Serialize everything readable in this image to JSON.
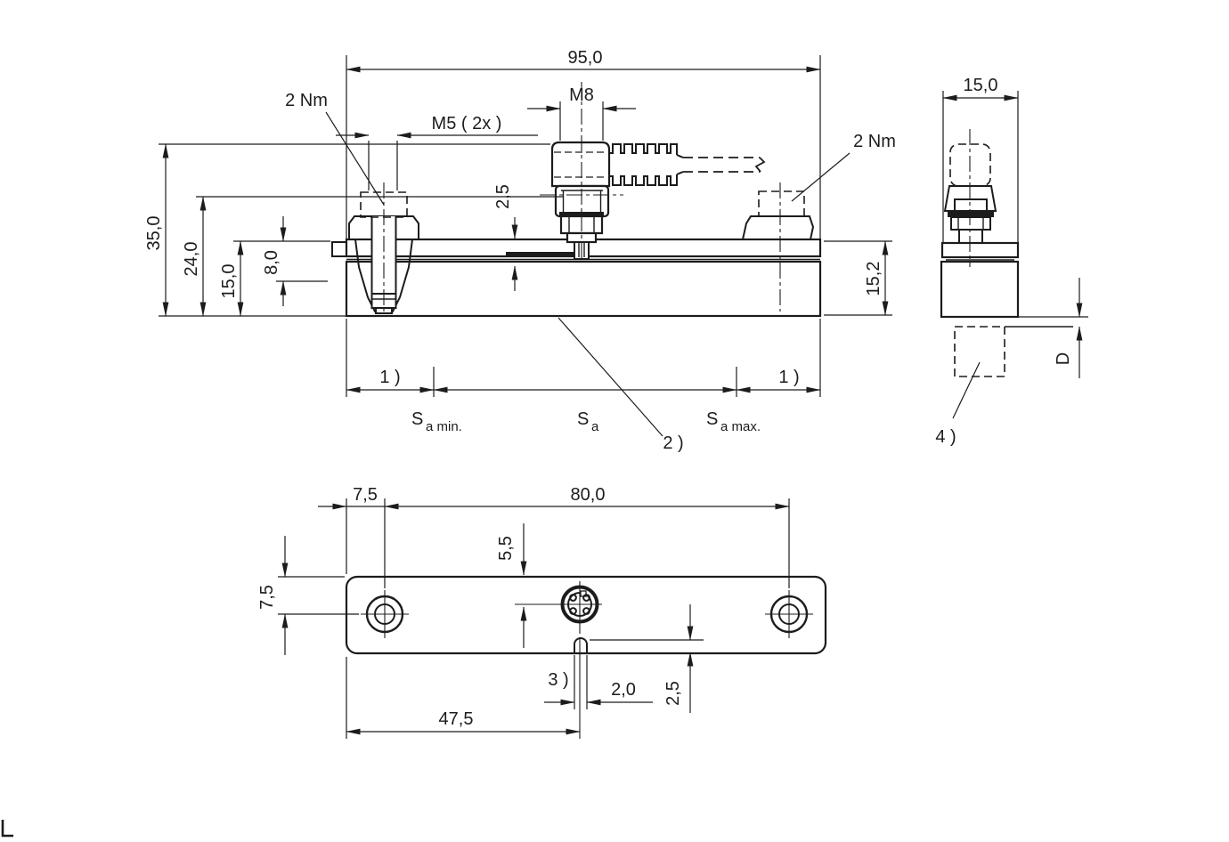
{
  "colors": {
    "ink": "#1c1c1c",
    "background": "#ffffff"
  },
  "front": {
    "dims": {
      "overall_width": "95,0",
      "connector_thread": "M8",
      "mount_thread": "M5 ( 2x )",
      "torque_left": "2 Nm",
      "torque_right": "2 Nm",
      "height_overall": "35,0",
      "height_clamp_axis": "24,0",
      "height_body": "15,0",
      "plate_offset": "8,0",
      "sensor_gap": "2,5",
      "height_right": "15,2"
    },
    "notes": {
      "footnote_left": "1 )",
      "footnote_right": "1 )",
      "body_ref": "2 )"
    },
    "stroke_labels": {
      "sa_min_base": "S",
      "sa_min_sub": "a min.",
      "sa_base": "S",
      "sa_sub": "a",
      "sa_max_base": "S",
      "sa_max_sub": "a max."
    }
  },
  "side": {
    "dims": {
      "width": "15,0",
      "distance": "D"
    },
    "notes": {
      "target_ref": "4 )"
    }
  },
  "bottom": {
    "dims": {
      "edge_to_hole": "7,5",
      "hole_spacing": "80,0",
      "connector_offset": "5,5",
      "hole_offset": "7,5",
      "notch_position": "47,5",
      "notch_width": "2,0",
      "notch_depth": "2,5"
    },
    "notes": {
      "notch_ref": "3 )"
    }
  }
}
